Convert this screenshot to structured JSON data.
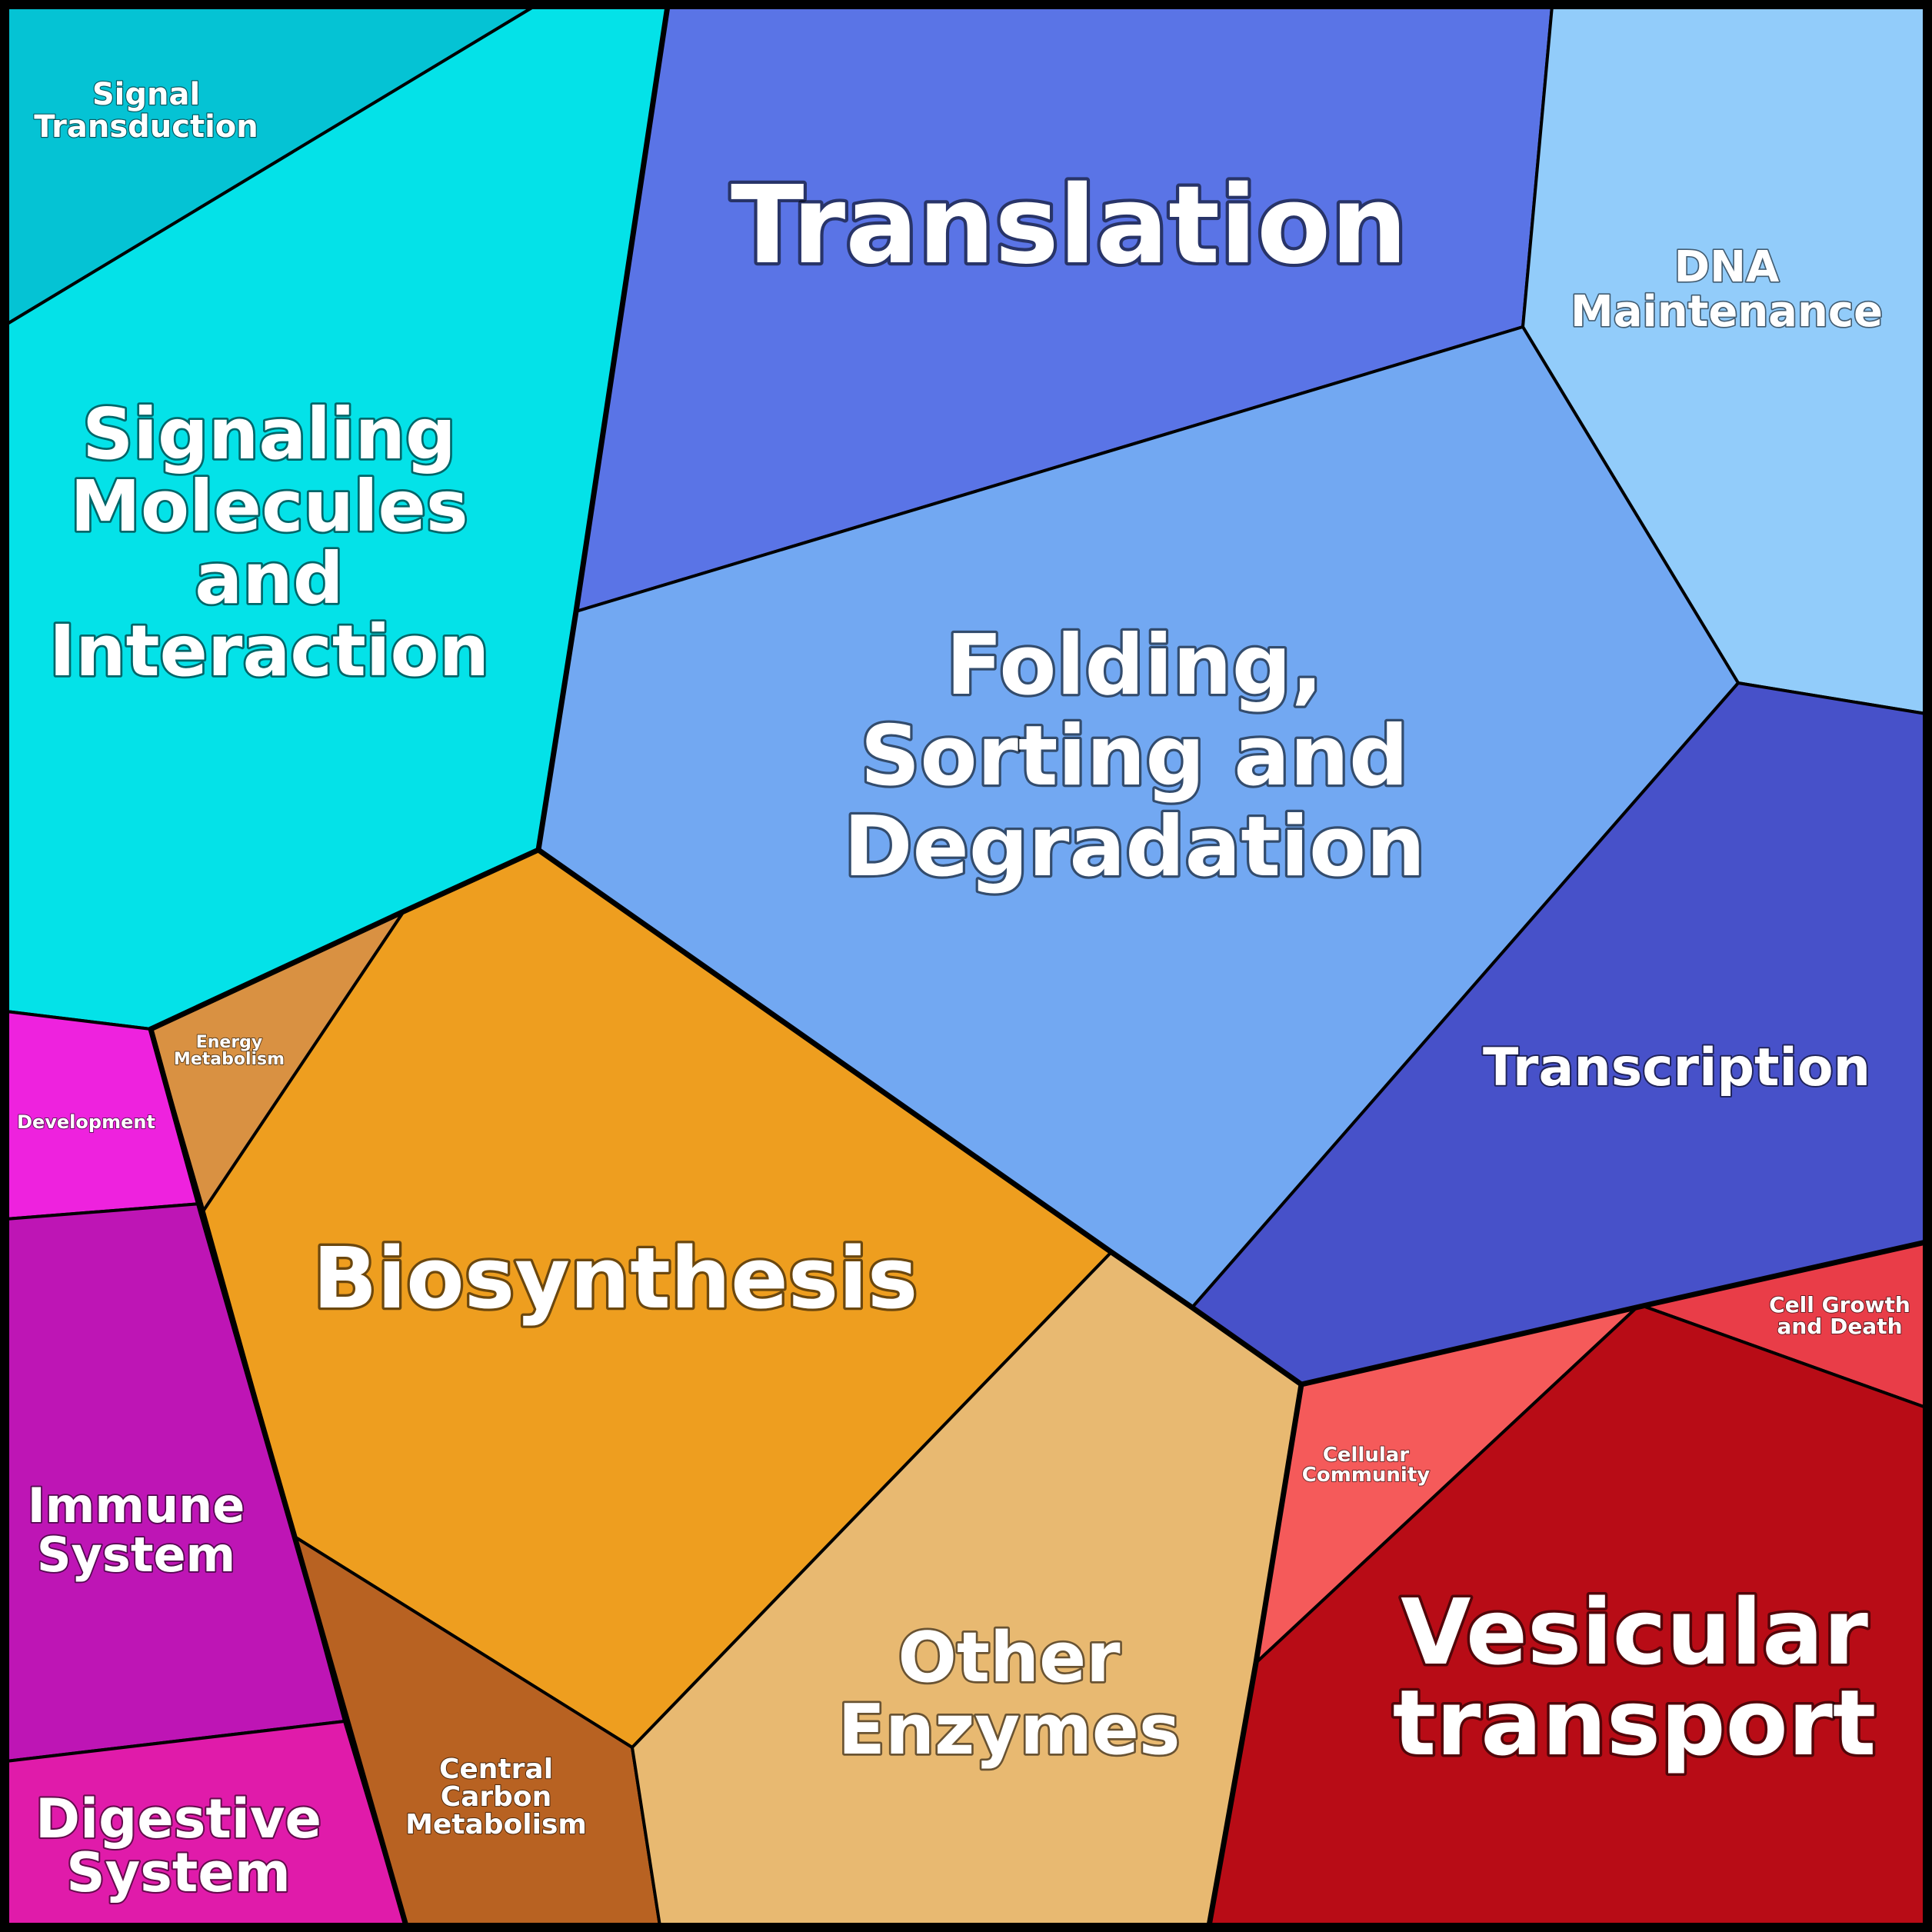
{
  "diagram": {
    "type": "voronoi-treemap",
    "cells": [
      {
        "id": "signal-transduction",
        "lines": [
          "Signal",
          "Transduction"
        ],
        "color": "#05C3D4"
      },
      {
        "id": "signaling-molecules",
        "lines": [
          "Signaling",
          "Molecules",
          "and",
          "Interaction"
        ],
        "color": "#04E2E8"
      },
      {
        "id": "translation",
        "lines": [
          "Translation"
        ],
        "color": "#5A74E6"
      },
      {
        "id": "dna-maintenance",
        "lines": [
          "DNA",
          "Maintenance"
        ],
        "color": "#92CCFA"
      },
      {
        "id": "folding",
        "lines": [
          "Folding,",
          "Sorting and",
          "Degradation"
        ],
        "color": "#72A8F2"
      },
      {
        "id": "transcription",
        "lines": [
          "Transcription"
        ],
        "color": "#4751C9"
      },
      {
        "id": "energy-metabolism",
        "lines": [
          "Energy",
          "Metabolism"
        ],
        "color": "#D99142"
      },
      {
        "id": "development",
        "lines": [
          "Development"
        ],
        "color": "#EE22DE"
      },
      {
        "id": "biosynthesis",
        "lines": [
          "Biosynthesis"
        ],
        "color": "#EE9E1F"
      },
      {
        "id": "immune-system",
        "lines": [
          "Immune",
          "System"
        ],
        "color": "#BE15B5"
      },
      {
        "id": "digestive-system",
        "lines": [
          "Digestive",
          "System"
        ],
        "color": "#E01BAA"
      },
      {
        "id": "central-carbon",
        "lines": [
          "Central",
          "Carbon",
          "Metabolism"
        ],
        "color": "#B86222"
      },
      {
        "id": "other-enzymes",
        "lines": [
          "Other",
          "Enzymes"
        ],
        "color": "#E8B971"
      },
      {
        "id": "cellular-community",
        "lines": [
          "Cellular",
          "Community"
        ],
        "color": "#F55A5A"
      },
      {
        "id": "cell-growth",
        "lines": [
          "Cell Growth",
          "and Death"
        ],
        "color": "#E93D48"
      },
      {
        "id": "vesicular-transport",
        "lines": [
          "Vesicular",
          "transport"
        ],
        "color": "#B80C16"
      }
    ]
  }
}
